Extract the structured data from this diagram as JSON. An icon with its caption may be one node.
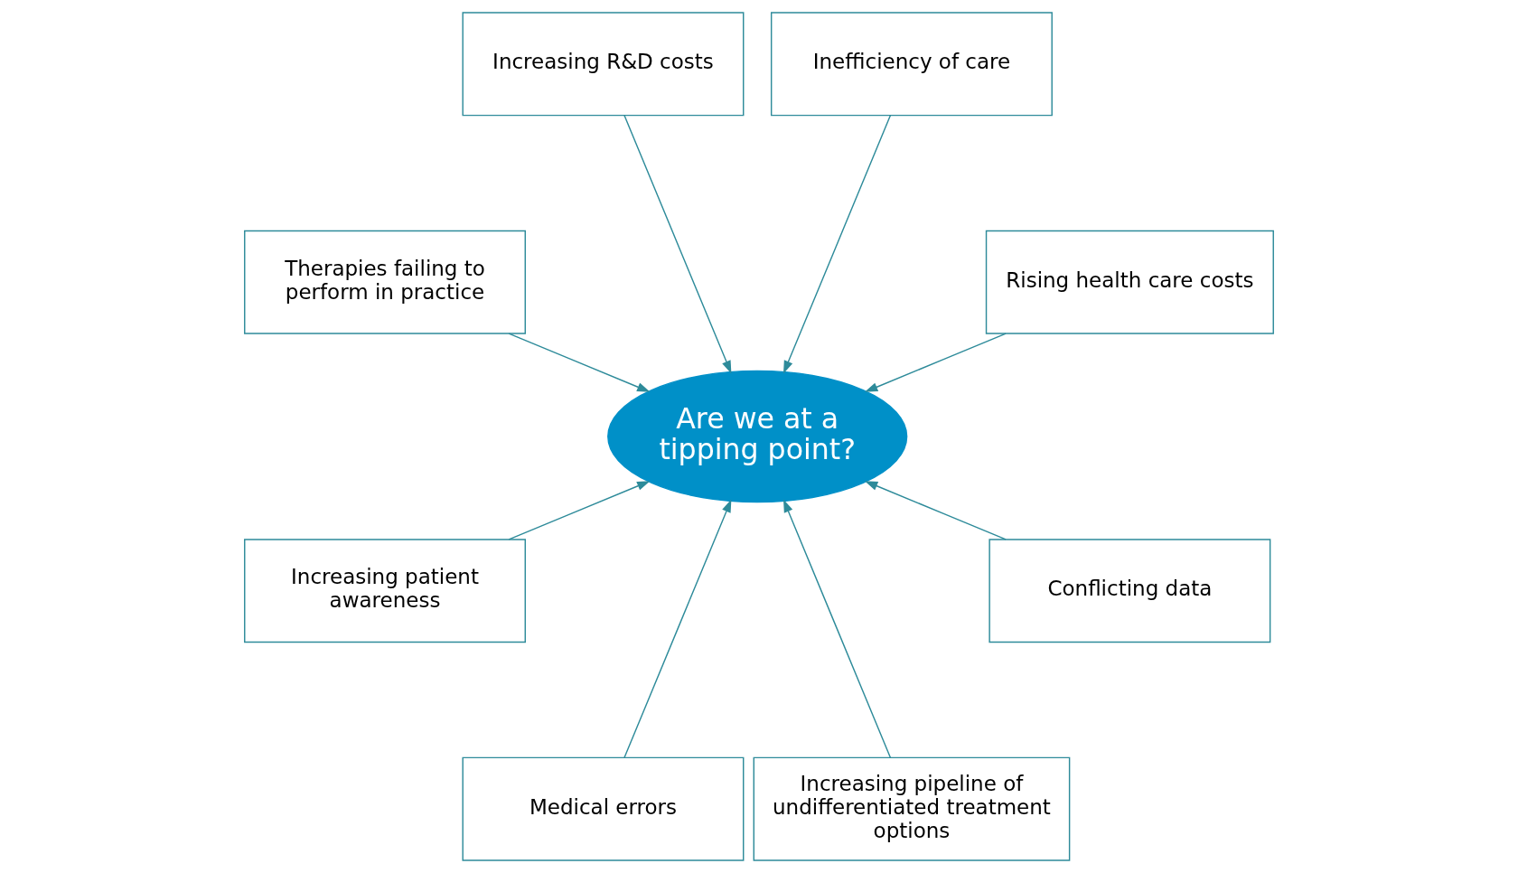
{
  "diagram": {
    "nodes": [
      {
        "text": [
          "Rising health care costs"
        ]
      },
      {
        "text": [
          "Inefficiency of care"
        ]
      },
      {
        "text": [
          "Increasing R&D costs"
        ]
      },
      {
        "text": [
          "Therapies failing to perform in practice"
        ]
      },
      {
        "text": [
          "Are we at a tipping point?"
        ]
      },
      {
        "text": [
          "Increasing patient awareness"
        ]
      },
      {
        "text": [
          "Medical errors"
        ]
      },
      {
        "text": [
          "Increasing pipeline of undifferentiated treatment options"
        ]
      },
      {
        "text": [
          "Conflicting data"
        ]
      }
    ],
    "edges": [
      {
        "from": 0,
        "to": 4,
        "arrow": "to"
      },
      {
        "from": 1,
        "to": 4,
        "arrow": "to"
      },
      {
        "from": 2,
        "to": 4,
        "arrow": "to"
      },
      {
        "from": 3,
        "to": 4,
        "arrow": "to"
      },
      {
        "from": 5,
        "to": 4,
        "arrow": "to"
      },
      {
        "from": 6,
        "to": 4,
        "arrow": "to"
      },
      {
        "from": 7,
        "to": 4,
        "arrow": "to"
      },
      {
        "from": 8,
        "to": 4,
        "arrow": "to"
      }
    ]
  }
}
